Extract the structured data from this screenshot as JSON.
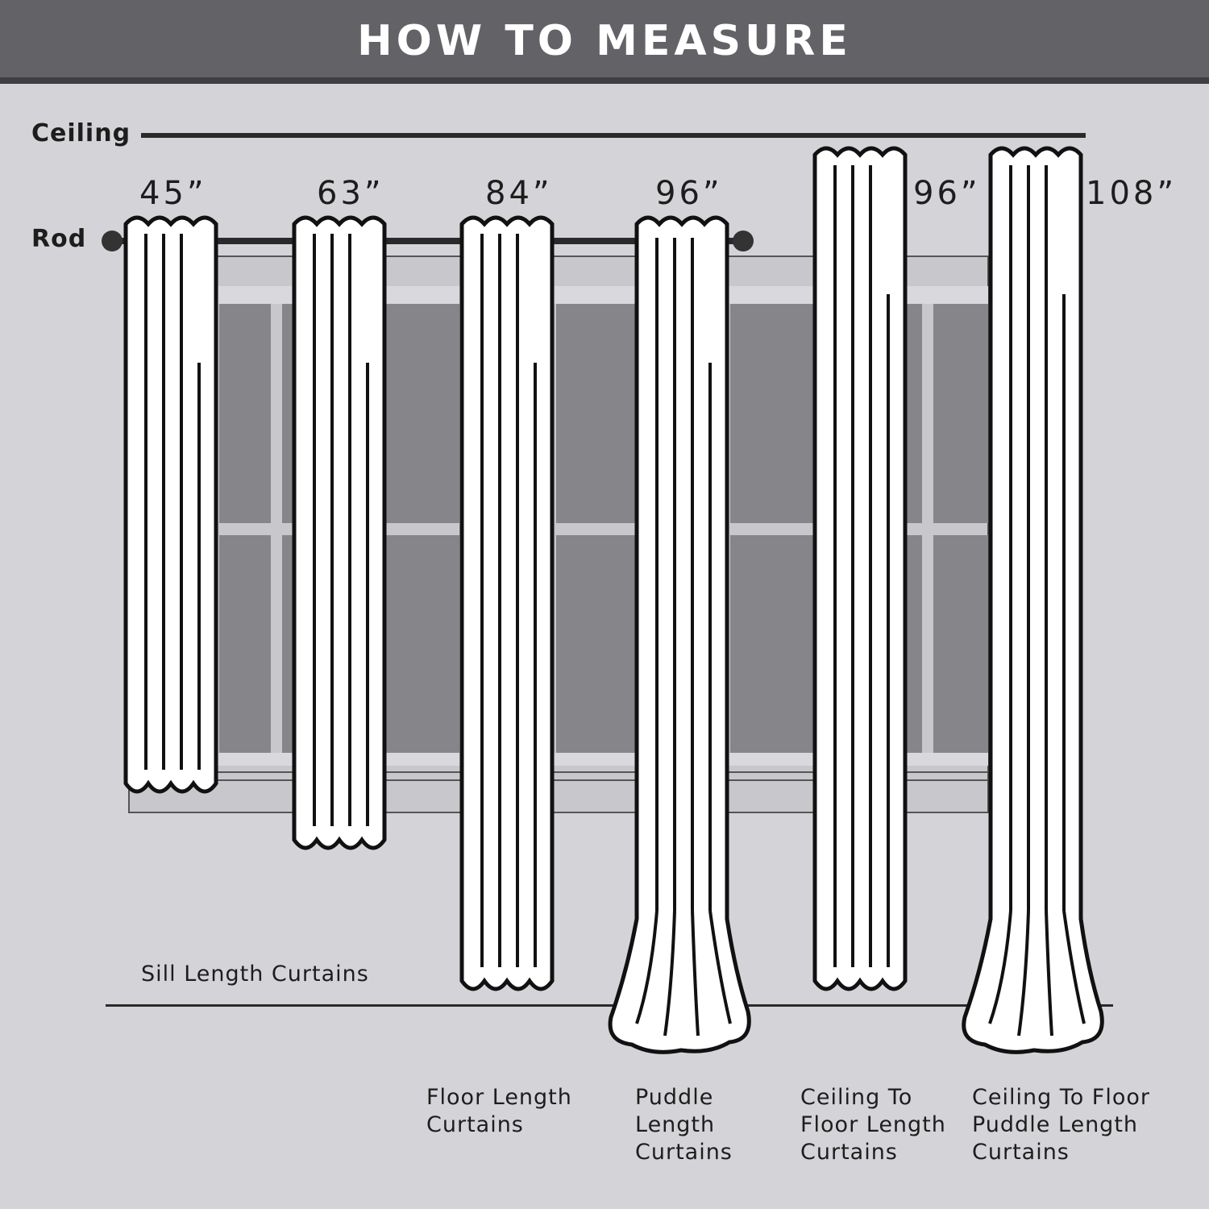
{
  "header": {
    "title": "HOW TO MEASURE"
  },
  "levels": {
    "ceiling": "Ceiling",
    "rod": "Rod"
  },
  "lengths": [
    "45”",
    "63”",
    "84”",
    "96”",
    "96”",
    "108”"
  ],
  "captions": {
    "sill": "Sill Length Curtains",
    "floor": "Floor Length\nCurtains",
    "puddle": "Puddle\nLength\nCurtains",
    "ceiling_floor": "Ceiling To\nFloor Length\nCurtains",
    "ceiling_puddle": "Ceiling To Floor\nPuddle Length\nCurtains"
  },
  "colors": {
    "background": "#d4d4d8",
    "header": "#636367",
    "window_glass": "#85858a",
    "window_frame": "#c8c8cc",
    "curtain": "#ffffff",
    "outline": "#111111"
  }
}
